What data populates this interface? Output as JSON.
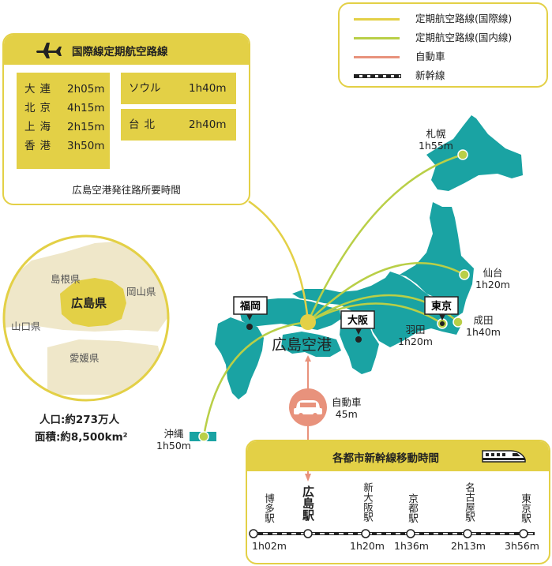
{
  "legend": {
    "items": [
      {
        "label": "定期航空路線(国際線)",
        "color": "#e3d046",
        "style": "solid"
      },
      {
        "label": "定期航空路線(国内線)",
        "color": "#b9cf47",
        "style": "solid"
      },
      {
        "label": "自動車",
        "color": "#e8927c",
        "style": "solid"
      },
      {
        "label": "新幹線",
        "color": "#222222",
        "style": "rail"
      }
    ]
  },
  "international": {
    "title": "国際線定期航空路線",
    "icon": "airplane-icon",
    "routes_left": [
      {
        "city": "大連",
        "time": "2h05m"
      },
      {
        "city": "北京",
        "time": "4h15m"
      },
      {
        "city": "上海",
        "time": "2h15m"
      },
      {
        "city": "香港",
        "time": "3h50m"
      }
    ],
    "routes_right": [
      {
        "city": "ソウル",
        "time": "1h40m"
      },
      {
        "city": "台北",
        "time": "2h40m"
      }
    ],
    "caption": "広島空港発往路所要時間"
  },
  "prefecture_map": {
    "labels": {
      "shimane": "島根県",
      "okayama": "岡山県",
      "hiroshima": "広島県",
      "yamaguchi": "山口県",
      "ehime": "愛媛県"
    },
    "population": "人口:約273万人",
    "area": "面積:約8,500km²"
  },
  "japan_map": {
    "airport_label": "広島空港",
    "destinations": [
      {
        "name": "札幌",
        "time": "1h55m"
      },
      {
        "name": "仙台",
        "time": "1h20m"
      },
      {
        "name": "成田",
        "time": "1h40m"
      },
      {
        "name": "羽田",
        "time": "1h20m"
      },
      {
        "name": "沖縄",
        "time": "1h50m"
      }
    ],
    "city_tags": {
      "fukuoka": "福岡",
      "osaka": "大阪",
      "tokyo": "東京"
    },
    "car": {
      "label": "自動車",
      "time": "45m",
      "icon": "car-icon"
    }
  },
  "shinkansen": {
    "title": "各都市新幹線移動時間",
    "icon": "train-icon",
    "stations": [
      {
        "name": "博多駅",
        "time": "1h02m",
        "bold": false
      },
      {
        "name": "広島駅",
        "time": "",
        "bold": true
      },
      {
        "name": "新大阪駅",
        "time": "1h20m",
        "bold": false
      },
      {
        "name": "京都駅",
        "time": "1h36m",
        "bold": false
      },
      {
        "name": "名古屋駅",
        "time": "2h13m",
        "bold": false
      },
      {
        "name": "東京駅",
        "time": "3h56m",
        "bold": false
      }
    ]
  },
  "colors": {
    "teal": "#1aa3a3",
    "yellow": "#e3d046",
    "green": "#b9cf47",
    "salmon": "#e8927c",
    "beige": "#efe7c9"
  }
}
